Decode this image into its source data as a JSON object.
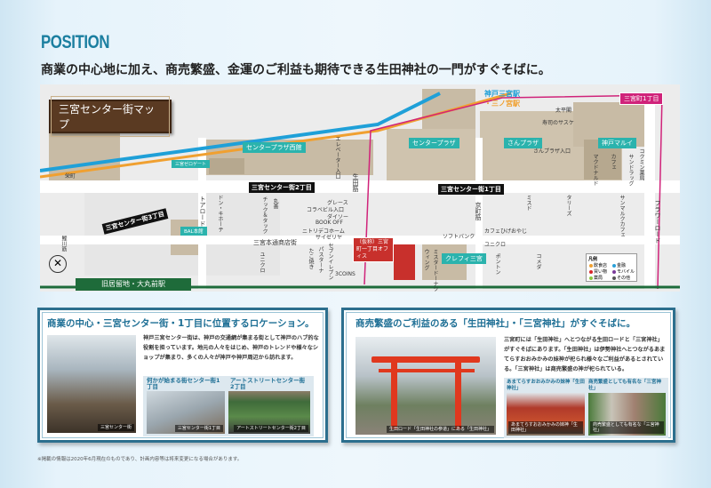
{
  "heading": "POSITION",
  "lead": "商業の中心地に加え、商売繁盛、金運のご利益も期待できる生田神社の一門がすぐそばに。",
  "map": {
    "title": "三宮センター街マップ",
    "station_jr": "神戸三宮駅",
    "station_jr2": "・三ノ宮駅",
    "area_badge": "三宮町1丁目",
    "streets": {
      "st1": "三宮センター街1丁目",
      "st2": "三宮センター街2丁目",
      "st3": "三宮センター街3丁目",
      "tor": "トアロード",
      "ikuta": "生田筋",
      "kyomachi": "京町筋",
      "flower": "フラワーロード",
      "hondori": "三宮本通商店街",
      "koikawa": "鯉川筋",
      "sakae": "栄町"
    },
    "buildings": {
      "cp_west": "センタープラザ西館",
      "zerogate": "三宮ゼロゲート",
      "bal": "BAL本館",
      "cp": "センタープラザ",
      "sanplaza": "さんプラザ",
      "marui": "神戸マルイ",
      "crefi": "クレフィ三宮"
    },
    "office": "（仮称）三宮町一丁目オフィス",
    "subway_station": "旧居留地・大丸前駅",
    "shops": [
      "太平閣",
      "寿司のサスケ",
      "さんプラザ入口",
      "マクドナルド",
      "カフェ",
      "サンドラッグ",
      "コクミン薬局",
      "ソフトバンク",
      "カフェひげおやじ",
      "ユニクロ",
      "ミスタードーナツ",
      "ウィング",
      "ポントン",
      "コメダ",
      "グレース",
      "コラベビル入口",
      "ダイソー",
      "BOOK OFF",
      "ニトリデコホーム",
      "サイゼリヤ",
      "3COINS",
      "セブンイレブン",
      "パスターナ",
      "たこ焼き",
      "ユニクロ",
      "エレベーター入口",
      "ドン・キホーテ",
      "チック＆タック",
      "丸善",
      "タリーズ",
      "サンマルクカフェ",
      "ミスド"
    ],
    "legend": {
      "title": "凡例",
      "items": [
        {
          "label": "飲食店",
          "color": "#f0a030"
        },
        {
          "label": "金融",
          "color": "#2aa0d8"
        },
        {
          "label": "買い物",
          "color": "#d8262a"
        },
        {
          "label": "モバイル",
          "color": "#7a3a9a"
        },
        {
          "label": "薬局",
          "color": "#8cc63f"
        },
        {
          "label": "その他",
          "color": "#555555"
        }
      ]
    }
  },
  "left_panel": {
    "title": "商業の中心・三宮センター街・1丁目に位置するロケーション。",
    "body": "神戸三宮センター街は、神戸の交通網が集まる街として神戸のハブ的な役割を担っています。地元の人々をはじめ、神戸のトレンドや様々なショップが集まり、多くの人々が神戸や神戸周辺から訪れます。",
    "main_caption": "三宮センター街",
    "sub1_title": "何かが始まる街センター街1丁目",
    "sub1_caption": "三宮センター街1丁目",
    "sub2_title": "アートストリートセンター街2丁目",
    "sub2_caption": "アートストリートセンター街2丁目"
  },
  "right_panel": {
    "title": "商売繁盛のご利益のある「生田神社」・「三宮神社」がすぐそばに。",
    "body": "三宮町には「生田神社」へとつながる生田ロードと「三宮神社」がすぐそばにあります。「生田神社」は伊勢神社へとつながるあまてらすおおみかみの妹神が祀られ様々なご利益があるとされている。「三宮神社」は商売繁盛の神が祀られている。",
    "main_caption": "生田ロード「生田神社の参道」にある「生田神社」",
    "sub1_title": "あまてらすおおみかみの妹神「生田神社」",
    "sub1_caption": "あまてらすおおみかみの妹神「生田神社」",
    "sub2_title": "商売繁盛としても有名な「三宮神社」",
    "sub2_caption": "商売繁盛としても有名な「三宮神社」"
  },
  "footnote": "※掲載の情報は2020年6月現在のものであり、計画内容等は将来変更になる場合があります。",
  "colors": {
    "accent": "#1b7fa0",
    "jr_line": "#1fa0d8",
    "hankyu_line": "#f0a030",
    "area_line": "#d0237a",
    "subway": "#1e6b3a"
  }
}
